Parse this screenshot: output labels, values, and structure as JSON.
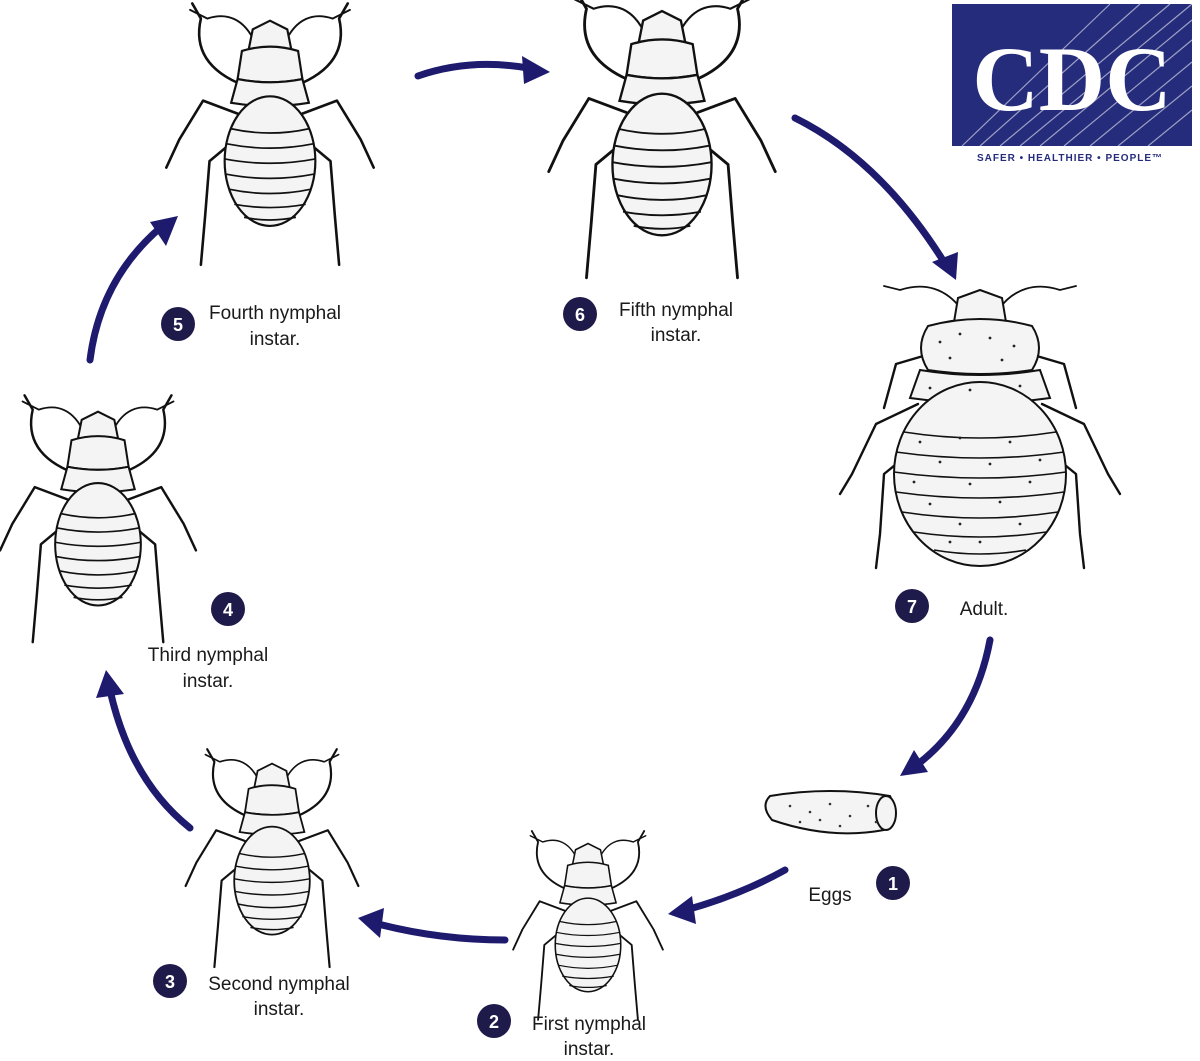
{
  "colors": {
    "arrow": "#1e1a6e",
    "badge": "#1e1a4a",
    "logo_blue": "#262c7c"
  },
  "logo": {
    "text": "CDC",
    "tagline": "SAFER • HEALTHIER • PEOPLE™"
  },
  "stages": [
    {
      "number": "1",
      "label_lines": [
        "Eggs"
      ]
    },
    {
      "number": "2",
      "label_lines": [
        "First nymphal",
        "instar."
      ]
    },
    {
      "number": "3",
      "label_lines": [
        "Second nymphal",
        "instar."
      ]
    },
    {
      "number": "4",
      "label_lines": [
        "Third nymphal",
        "instar."
      ]
    },
    {
      "number": "5",
      "label_lines": [
        "Fourth nymphal",
        "instar."
      ]
    },
    {
      "number": "6",
      "label_lines": [
        "Fifth nymphal",
        "instar."
      ]
    },
    {
      "number": "7",
      "label_lines": [
        "Adult."
      ]
    }
  ]
}
